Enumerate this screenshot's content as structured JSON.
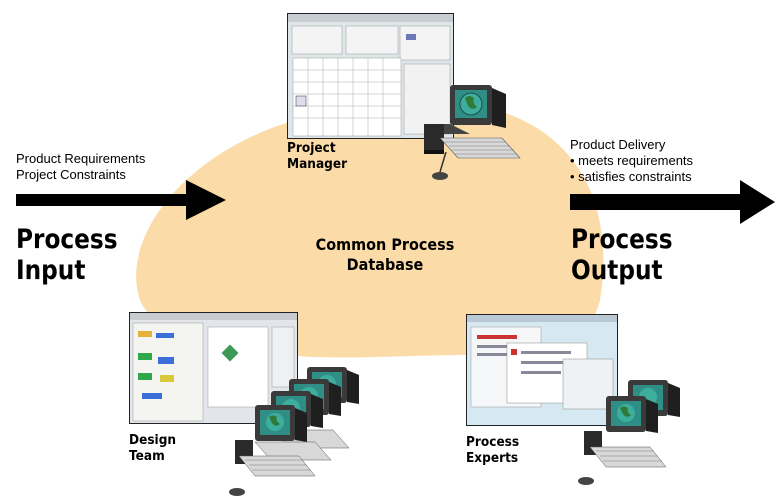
{
  "input": {
    "notes": [
      "Product Requirements",
      "Project Constraints"
    ],
    "heading": [
      "Process",
      "Input"
    ]
  },
  "output": {
    "notes": [
      "Product Delivery",
      "• meets requirements",
      "• satisfies constraints"
    ],
    "heading": [
      "Process",
      "Output"
    ]
  },
  "center": {
    "label": [
      "Common Process",
      "Database"
    ]
  },
  "roles": {
    "project_manager": [
      "Project",
      "Manager"
    ],
    "design_team": [
      "Design",
      "Team"
    ],
    "process_experts": [
      "Process",
      "Experts"
    ]
  },
  "colors": {
    "database_fill": "#fbdca8",
    "arrow": "#000000",
    "monitor_body": "#3a3a3a",
    "screen_globe": "#2f8f86",
    "keyboard": "#d8d8d8",
    "screenshot_background": "#e8eef2"
  },
  "icons": [
    "workstation-icon",
    "globe-screen-icon",
    "keyboard-icon",
    "arrow-right-icon"
  ]
}
